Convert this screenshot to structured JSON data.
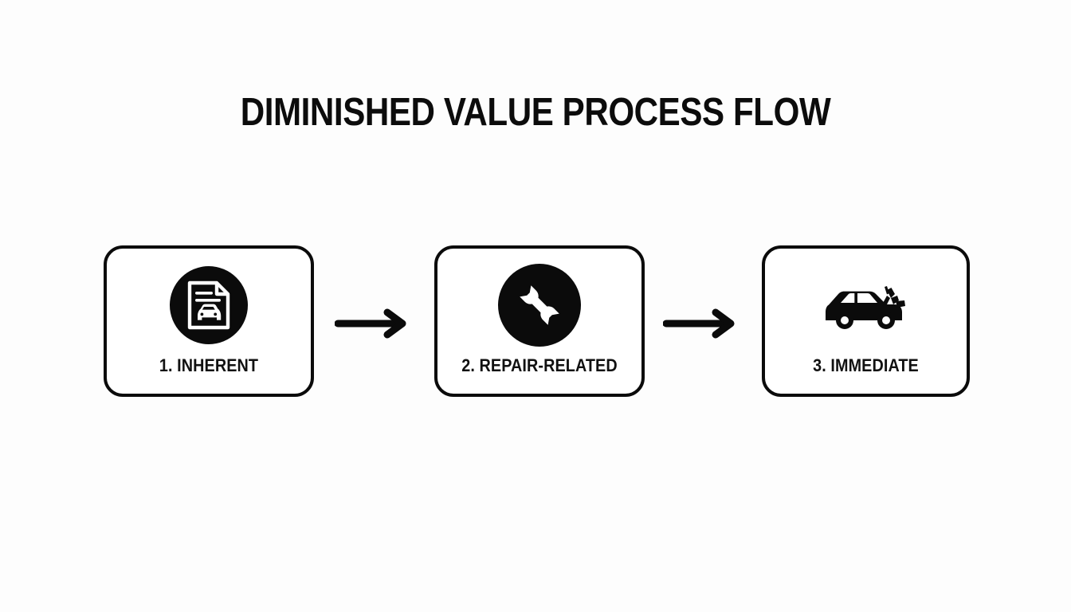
{
  "page": {
    "title": "DIMINISHED VALUE PROCESS FLOW",
    "background_color": "#fdfdfd",
    "ink_color": "#0b0b0b"
  },
  "flow": {
    "steps": [
      {
        "label": "1. INHERENT",
        "icon": "document-with-car-icon",
        "icon_style": "white-glyph-on-black-circle"
      },
      {
        "label": "2. REPAIR-RELATED",
        "icon": "wrench-icon",
        "icon_style": "white-glyph-on-black-circle"
      },
      {
        "label": "3. IMMEDIATE",
        "icon": "damaged-car-icon",
        "icon_style": "solid-black-glyph"
      }
    ],
    "connectors": [
      {
        "name": "arrow-step1-to-step2",
        "direction": "right"
      },
      {
        "name": "arrow-step2-to-step3",
        "direction": "right"
      }
    ]
  }
}
